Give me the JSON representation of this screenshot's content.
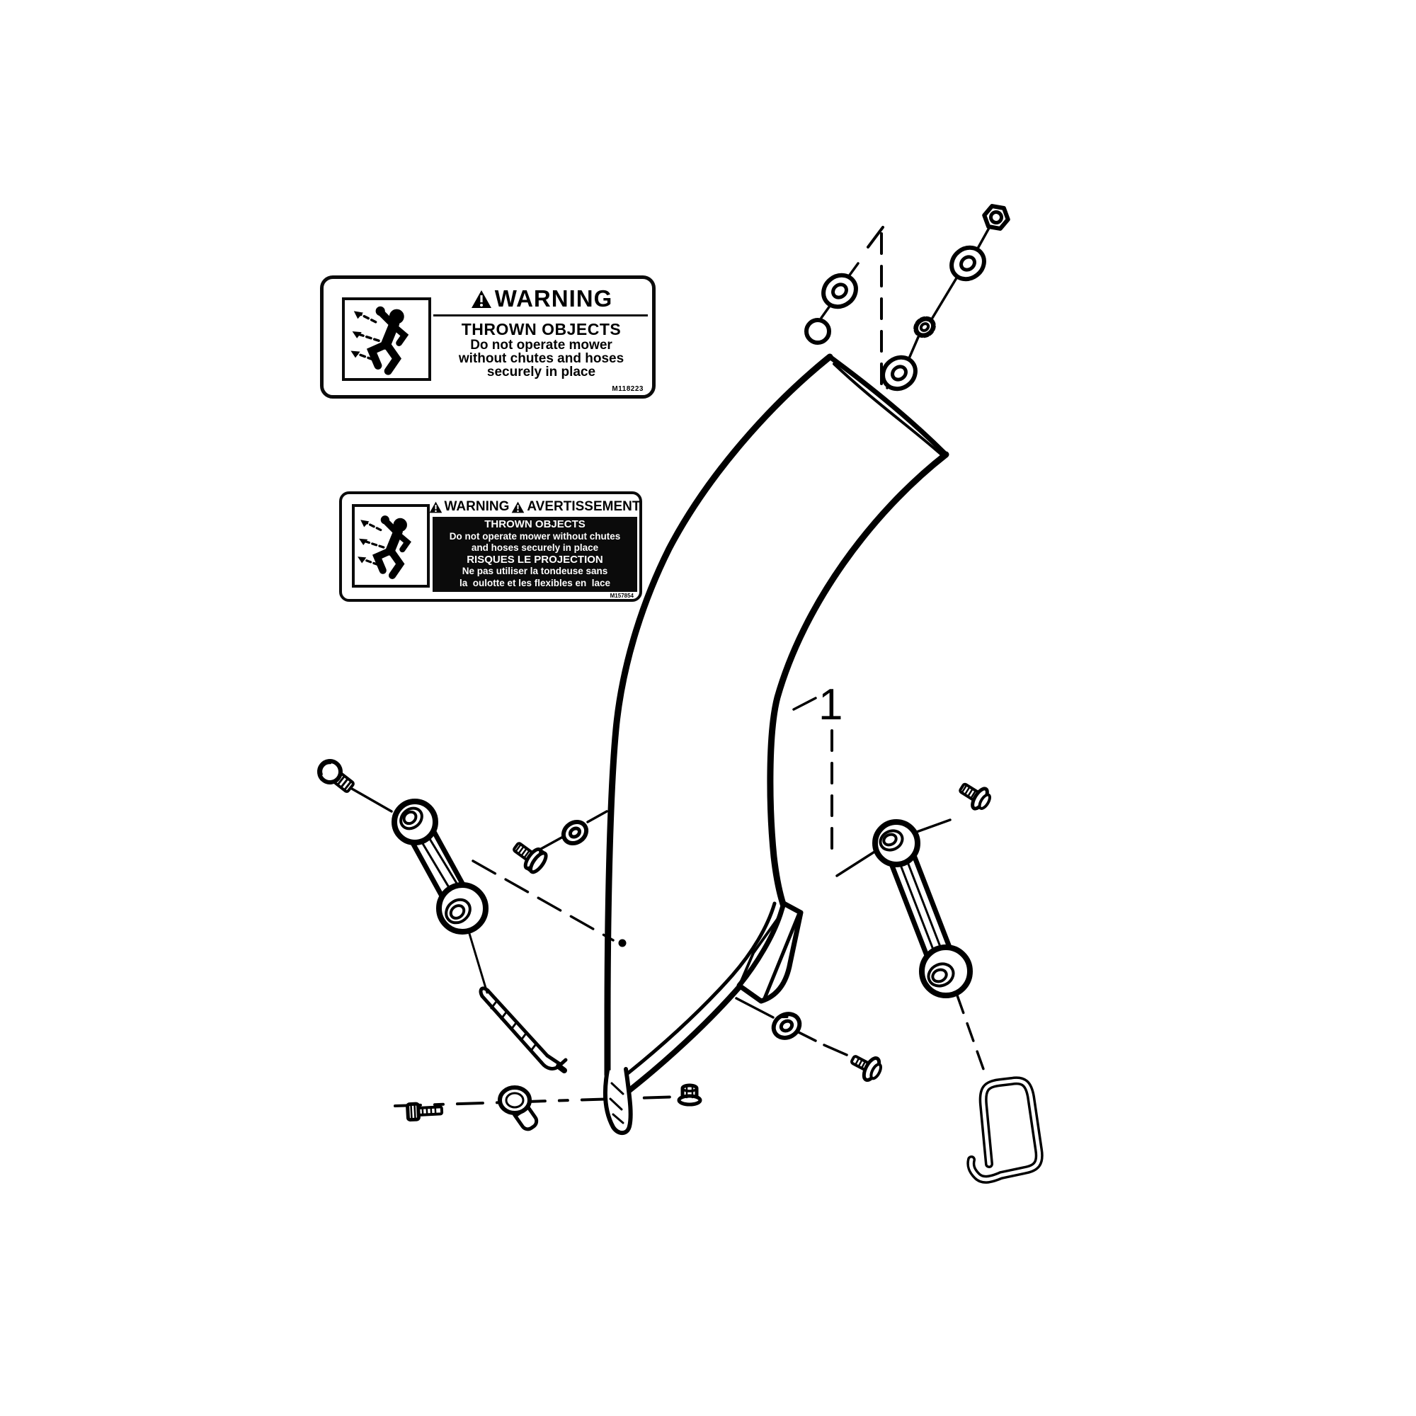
{
  "page": {
    "background": "#ffffff",
    "line_color": "#000000",
    "description": "exploded-parts-diagram of mower discharge chute with mounting hardware"
  },
  "callout": {
    "number": "1",
    "points_to": "discharge-chute"
  },
  "warning_label_en": {
    "title": "WARNING",
    "heading": "THROWN OBJECTS",
    "line1": "Do not operate mower",
    "line2": "without chutes and hoses",
    "line3": "securely in place",
    "part_number": "M118223"
  },
  "warning_label_fr": {
    "title_en": "WARNING",
    "title_fr": "AVERTISSEMENT",
    "heading_en": "THROWN OBJECTS",
    "line1_en": "Do not operate mower without chutes",
    "line2_en": "and hoses securely in place",
    "heading_fr": "RISQUES LE PROJECTION",
    "line1_fr": "Ne pas utiliser la tondeuse sans",
    "line2_fr": "la  oulotte et les flexibles en  lace",
    "part_number": "M157854"
  },
  "diagram": {
    "type": "exploded-parts-diagram",
    "main_part": "discharge-chute",
    "hardware": {
      "upper_mount": [
        "hex-nut",
        "flat-washer",
        "lock-nut",
        "flat-washer",
        "flat-washer",
        "ball-plug"
      ],
      "left_side": [
        "carriage-bolt",
        "pivot-link",
        "flat-washer",
        "flat-screw",
        "spring-clip"
      ],
      "lower_mount": [
        "hex-bolt",
        "latch-pin",
        "flange-nut"
      ],
      "right_side": [
        "flange-screw",
        "pivot-link",
        "lock-washer",
        "flange-bolt",
        "bail-pin"
      ]
    },
    "colors": {
      "ink": "#000000",
      "paper": "#ffffff"
    }
  }
}
